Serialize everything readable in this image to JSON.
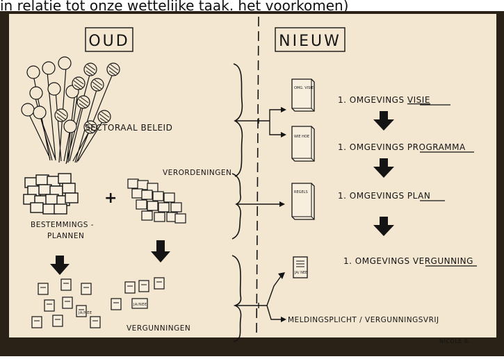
{
  "top_caption": "in relatie tot onze wettelijke taak. het voorkomen)",
  "headings": {
    "old": "OUD",
    "new": "NIEUW"
  },
  "old_side": {
    "sectoral_policy": "SECTORAAL BELEID",
    "bestemmingsplannen_line1": "BESTEMMINGS -",
    "bestemmingsplannen_line2": "PLANNEN",
    "plus": "+",
    "verordeningen": "VERORDENINGEN",
    "vergunningen": "VERGUNNINGEN",
    "permit_doc_labels": [
      "JA/NEE",
      "JA/NEE"
    ]
  },
  "new_side": {
    "doc_labels": [
      "OMG. VISIE",
      "WIE HOE",
      "REGELS",
      "JA/ NEE"
    ],
    "steps": [
      {
        "prefix": "1. OMGEVINGS",
        "term": "VISIE"
      },
      {
        "prefix": "1. OMGEVINGS",
        "term": "PROGRAMMA"
      },
      {
        "prefix": "1. OMGEVINGS",
        "term": "PLAN"
      },
      {
        "prefix": "1. OMGEVINGS",
        "term": "VERGUNNING"
      }
    ],
    "bottom_line": "MELDINGSPLICHT / VERGUNNINGSVRIJ"
  },
  "corner_signature": "NICOLE B.",
  "colors": {
    "paper": "#f3e7d1",
    "frame": "#2a2117",
    "ink": "#141414"
  }
}
